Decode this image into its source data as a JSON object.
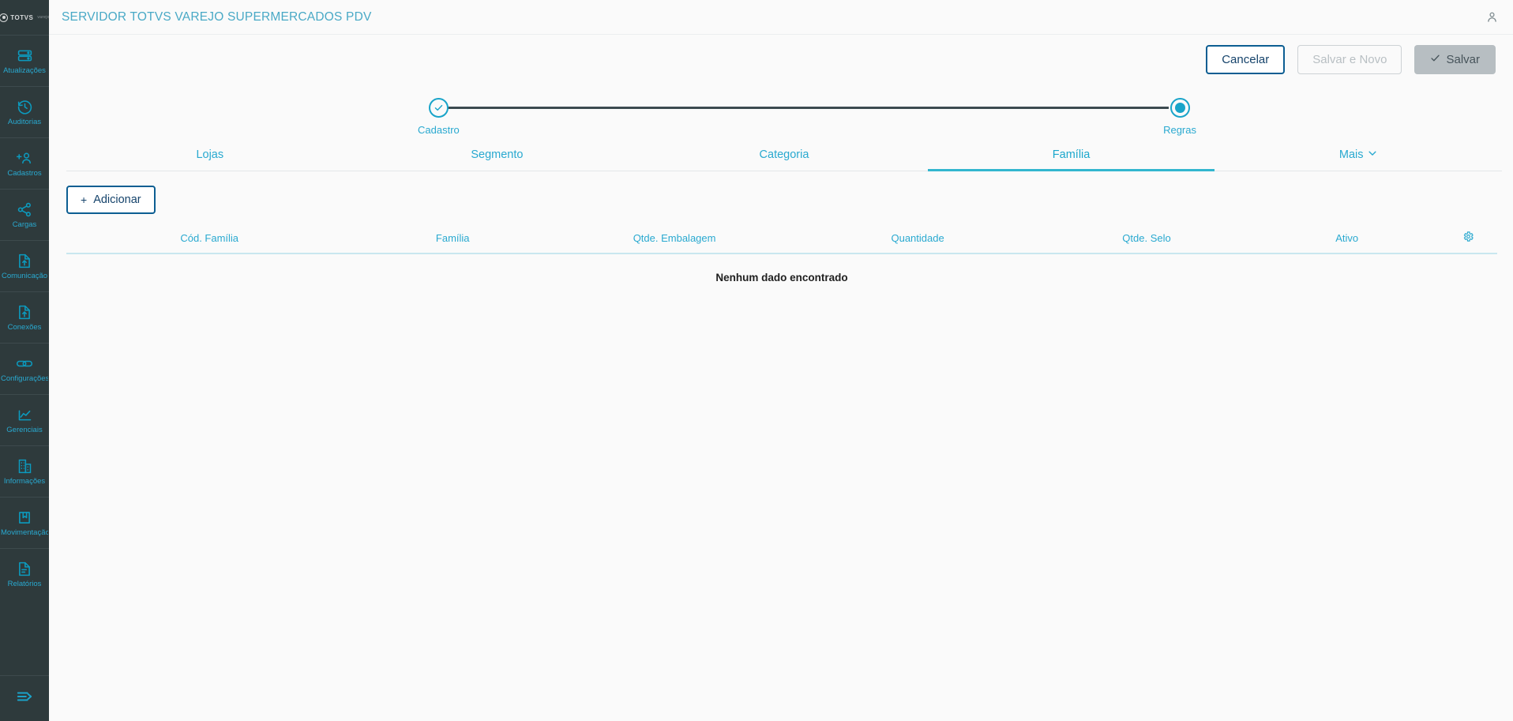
{
  "sidebar": {
    "logo": {
      "brand": "TOTVS",
      "product": "varejo",
      "icon": "totvs-logo-icon"
    },
    "items": [
      {
        "label": "Atualizações",
        "icon": "server-icon"
      },
      {
        "label": "Auditorias",
        "icon": "history-clock-icon"
      },
      {
        "label": "Cadastros",
        "icon": "add-user-icon"
      },
      {
        "label": "Cargas",
        "icon": "share-nodes-icon"
      },
      {
        "label": "Comunicação",
        "icon": "file-upload-icon"
      },
      {
        "label": "Conexões",
        "icon": "file-upload-icon"
      },
      {
        "label": "Configurações",
        "icon": "link-chain-icon"
      },
      {
        "label": "Gerenciais",
        "icon": "chart-line-icon"
      },
      {
        "label": "Informações",
        "icon": "building-icon"
      },
      {
        "label": "Movimentação",
        "icon": "book-bookmark-icon"
      },
      {
        "label": "Relatórios",
        "icon": "document-icon"
      }
    ],
    "footer": {
      "label": "expand-menu",
      "icon": "arrow-right-lines-icon"
    }
  },
  "header": {
    "title": "SERVIDOR TOTVS VAREJO SUPERMERCADOS PDV",
    "avatar_icon": "user-avatar-icon"
  },
  "actions": {
    "cancel_label": "Cancelar",
    "save_new_label": "Salvar e Novo",
    "save_label": "Salvar",
    "save_check_icon": "check-icon"
  },
  "stepper": {
    "steps": [
      {
        "label": "Cadastro",
        "state": "done",
        "icon": "check-icon"
      },
      {
        "label": "Regras",
        "state": "current",
        "icon": "filled-dot-icon"
      }
    ]
  },
  "tabs": [
    {
      "label": "Lojas",
      "active": false
    },
    {
      "label": "Segmento",
      "active": false
    },
    {
      "label": "Categoria",
      "active": false
    },
    {
      "label": "Família",
      "active": true
    },
    {
      "label": "Mais",
      "active": false,
      "has_chevron": true,
      "chevron_icon": "chevron-down-icon"
    }
  ],
  "toolbar": {
    "add_label": "Adicionar",
    "add_plus_icon": "plus-icon"
  },
  "table": {
    "columns": [
      "Cód. Família",
      "Família",
      "Qtde. Embalagem",
      "Quantidade",
      "Qtde. Selo",
      "Ativo"
    ],
    "settings_icon": "gear-icon",
    "empty_message": "Nenhum dado encontrado",
    "rows": []
  },
  "colors": {
    "sidebar_bg": "#2e3a3c",
    "accent_cyan": "#29a9d0",
    "tab_underline": "#32b6cf",
    "primary_blue": "#0c5e92",
    "disabled_gray": "#b7bec2",
    "page_bg": "#fafafa"
  }
}
